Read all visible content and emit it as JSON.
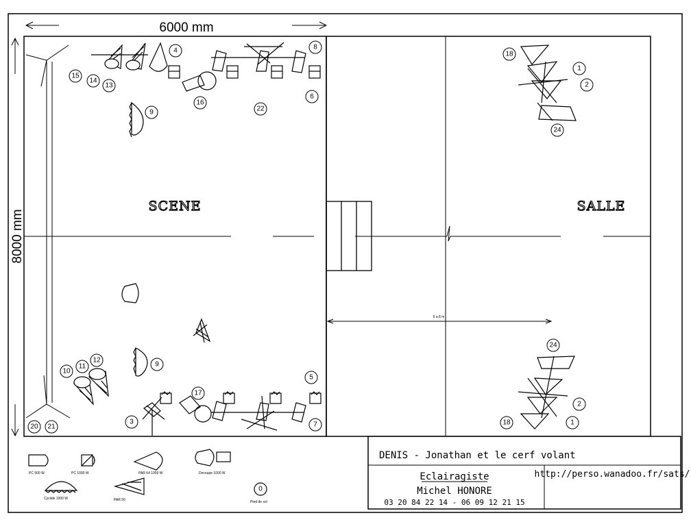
{
  "dimensions": {
    "width": "6000 mm",
    "height": "8000 mm",
    "span": "6 a 8 m"
  },
  "zones": {
    "stage": "SCENE",
    "hall": "SALLE"
  },
  "title_block": {
    "show_title": "DENIS  -  Jonathan et le cerf volant",
    "url": "http://perso.wanadoo.fr/sats/",
    "role": "Eclairagiste",
    "name": "Michel  HONORE",
    "phones": "03 20 84 22 14 - 06 09 12 21 15"
  },
  "legend": {
    "pc": "PC 500 W",
    "pc_bf": "PC 1000 W",
    "cyclide": "Cyclide 1000 W",
    "par": "PAR 64 1000 W",
    "decoupe": "Decoupe 1000 W",
    "parcan": "PAR 56",
    "floor": "Pied de sol"
  },
  "fixtures_top": [
    "4",
    "8",
    "15",
    "14",
    "13",
    "9",
    "16",
    "22",
    "6"
  ],
  "fixtures_bottom": [
    "10",
    "11",
    "12",
    "9",
    "17",
    "5",
    "3",
    "7",
    "20",
    "21"
  ],
  "fixtures_hall_top": [
    "18",
    "1",
    "2",
    "24"
  ],
  "fixtures_hall_bottom": [
    "24",
    "2",
    "18",
    "1"
  ]
}
